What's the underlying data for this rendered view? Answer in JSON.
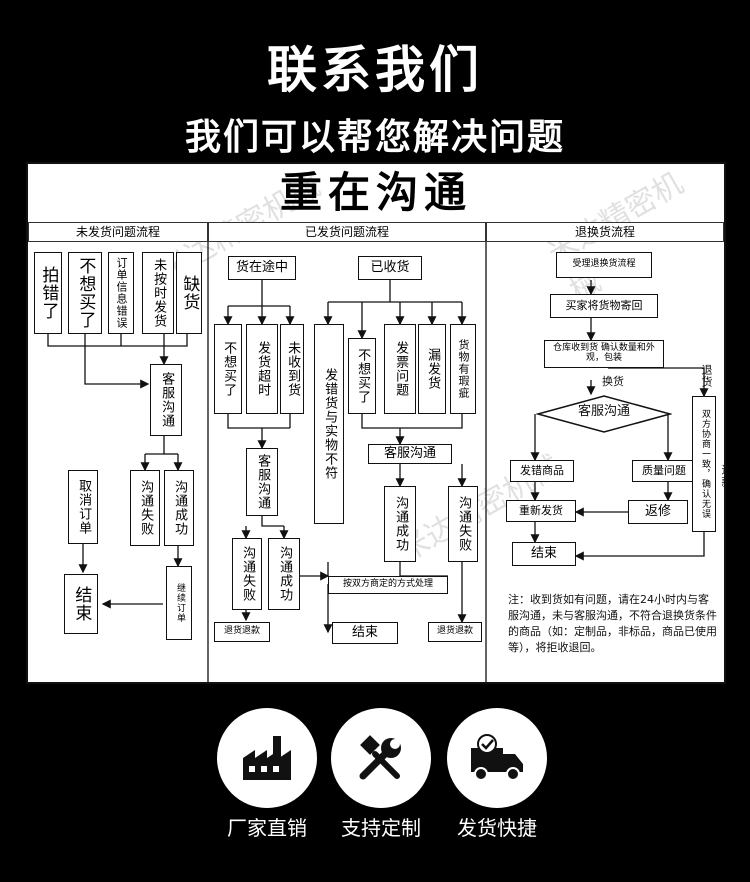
{
  "header": {
    "title": "联系我们",
    "subtitle": "我们可以帮您解决问题"
  },
  "panel": {
    "banner": "重在沟通",
    "sections": {
      "unsent": "未发货问题流程",
      "sent": "已发货问题流程",
      "returns": "退换货流程"
    },
    "unsent_flow": {
      "wrong": "拍错了",
      "dont_want": "不想买了",
      "order_error": "订单信息错误",
      "not_shipped": "未按时发货",
      "out_of_stock": "缺货",
      "service": "客服沟通",
      "cancel": "取消订单",
      "fail": "沟通失败",
      "success": "沟通成功",
      "continue": "继续订单",
      "end": "结束"
    },
    "sent_flow": {
      "in_transit": "货在途中",
      "received": "已收货",
      "dont_want": "不想买了",
      "late": "发货超时",
      "not_arrived": "未收到货",
      "mismatch": "发错货与实物不符",
      "dont_want2": "不想买了",
      "invoice": "发票问题",
      "missing": "漏发货",
      "defect": "货物有瑕疵",
      "service_left": "客服沟通",
      "service_mid": "客服沟通",
      "fail_left": "沟通失败",
      "success_left": "沟通成功",
      "success_mid": "沟通成功",
      "fail_right": "沟通失败",
      "negotiate": "按双方商定的方式处理",
      "refund_left": "退货退款",
      "refund_right": "退货退款",
      "end": "结束"
    },
    "return_flow": {
      "accept": "受理退换货流程",
      "send_back": "买家将货物寄回",
      "warehouse": "仓库收到货 确认数量和外观，包装",
      "exchange": "换货",
      "refund": "退货",
      "service": "客服沟通",
      "wrong_item": "发错商品",
      "quality": "质量问题",
      "resend": "重新发货",
      "repair": "返修",
      "agree": "双方协商一致，确认无误",
      "pay": "退款",
      "end": "结束",
      "note": "注：收到货如有问题，请在24小时内与客服沟通，未与客服沟通，不符合退换货条件的商品（如：定制品，非标品，商品已使用等），将拒收退回。"
    },
    "watermark": "米达精密机械"
  },
  "features": [
    {
      "label": "厂家直销",
      "icon": "factory-icon"
    },
    {
      "label": "支持定制",
      "icon": "tools-icon"
    },
    {
      "label": "发货快捷",
      "icon": "truck-icon"
    }
  ]
}
